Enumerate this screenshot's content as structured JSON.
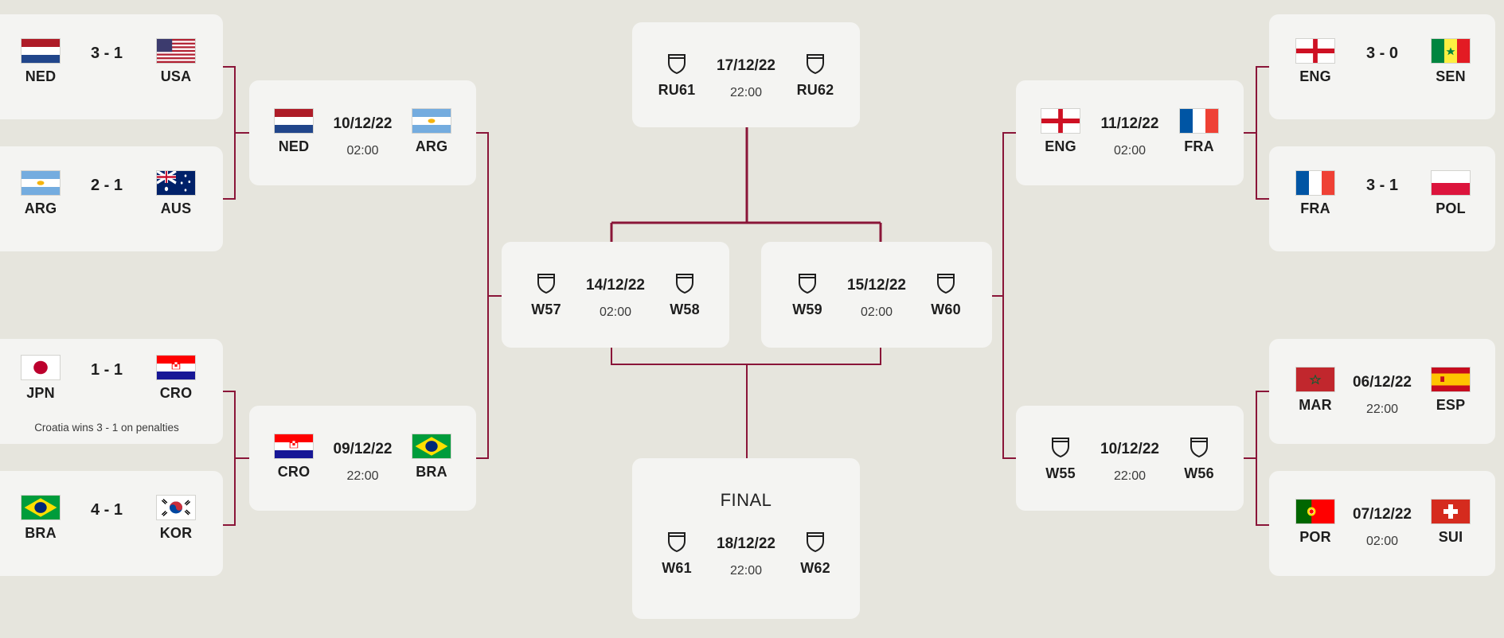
{
  "colors": {
    "background": "#e6e5dd",
    "card": "#f4f4f2",
    "connector": "#8a1538"
  },
  "left": {
    "r16": [
      {
        "home": "NED",
        "away": "USA",
        "result": "3 - 1"
      },
      {
        "home": "ARG",
        "away": "AUS",
        "result": "2 - 1"
      },
      {
        "home": "JPN",
        "away": "CRO",
        "result": "1 - 1",
        "note": "Croatia wins 3 - 1 on penalties"
      },
      {
        "home": "BRA",
        "away": "KOR",
        "result": "4 - 1"
      }
    ],
    "qf": [
      {
        "home": "NED",
        "away": "ARG",
        "date": "10/12/22",
        "time": "02:00"
      },
      {
        "home": "CRO",
        "away": "BRA",
        "date": "09/12/22",
        "time": "22:00"
      }
    ]
  },
  "center": {
    "third_place": {
      "home": "RU61",
      "away": "RU62",
      "date": "17/12/22",
      "time": "22:00"
    },
    "semis": [
      {
        "home": "W57",
        "away": "W58",
        "date": "14/12/22",
        "time": "02:00"
      },
      {
        "home": "W59",
        "away": "W60",
        "date": "15/12/22",
        "time": "02:00"
      }
    ],
    "final": {
      "label": "FINAL",
      "home": "W61",
      "away": "W62",
      "date": "18/12/22",
      "time": "22:00"
    }
  },
  "right": {
    "qf": [
      {
        "home": "ENG",
        "away": "FRA",
        "date": "11/12/22",
        "time": "02:00"
      },
      {
        "home": "W55",
        "away": "W56",
        "date": "10/12/22",
        "time": "22:00"
      }
    ],
    "r16": [
      {
        "home": "ENG",
        "away": "SEN",
        "result": "3 - 0"
      },
      {
        "home": "FRA",
        "away": "POL",
        "result": "3 - 1"
      },
      {
        "home": "MAR",
        "away": "ESP",
        "date": "06/12/22",
        "time": "22:00"
      },
      {
        "home": "POR",
        "away": "SUI",
        "date": "07/12/22",
        "time": "02:00"
      }
    ]
  },
  "icons": {
    "placeholder_team": "shield-icon"
  }
}
